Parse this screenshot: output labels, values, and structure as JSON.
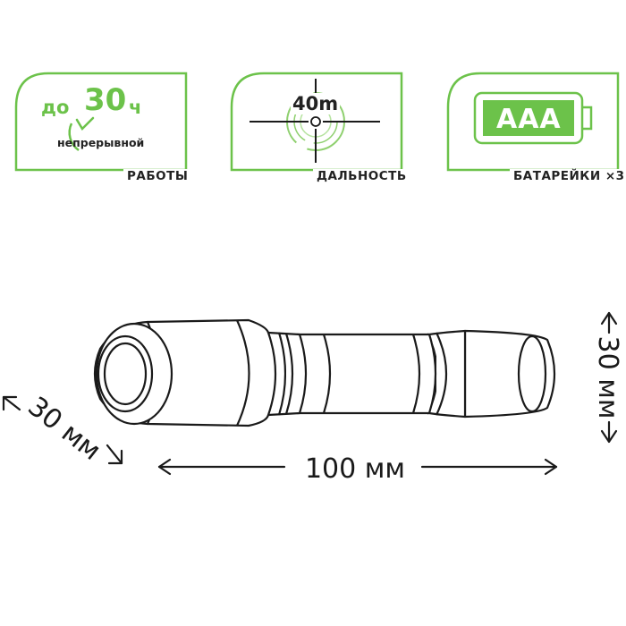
{
  "features": {
    "runtime": {
      "prefix": "до",
      "value": "30",
      "unit": "ч",
      "sublabel": "непрерывной",
      "caption": "РАБОТЫ",
      "icon": "clock-icon"
    },
    "range": {
      "value": "40m",
      "caption": "ДАЛЬНОСТЬ",
      "icon": "crosshair-icon"
    },
    "battery": {
      "type": "AAA",
      "caption": "БАТАРЕЙКИ ×3",
      "icon": "battery-icon"
    }
  },
  "dimensions": {
    "length": "100 мм",
    "height": "30 мм",
    "depth": "30 мм"
  },
  "colors": {
    "accent": "#6cc24a",
    "line": "#1a1a1a"
  }
}
